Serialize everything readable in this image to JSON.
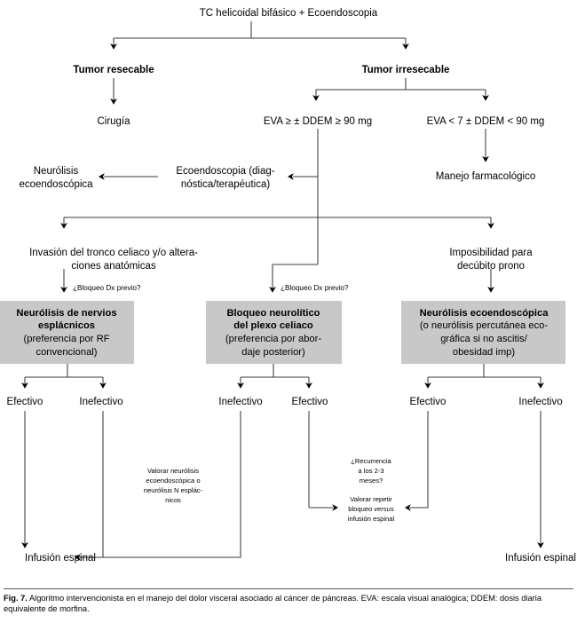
{
  "figure": {
    "caption_label": "Fig. 7.",
    "caption_text": "Algoritmo intervencionista en el manejo del dolor visceral asociado al cáncer de páncreas. EVA: escala visual analógica; DDEM: dosis diaria equivalente de morfina.",
    "box_fill": "#c8c8c8",
    "line_color": "#3a3a3a"
  },
  "nodes": {
    "root": "TC helicoidal bifásico + Ecoendoscopia",
    "resectable": "Tumor resecable",
    "irresectable": "Tumor irresecable",
    "surgery": "Cirugía",
    "eva_high": "EVA ≥ ± DDEM ≥ 90 mg",
    "eva_low": "EVA < 7 ± DDEM < 90 mg",
    "neurolisis_eco_l1": "Neurólisis",
    "neurolisis_eco_l2": "ecoendoscópica",
    "ecoendoscopia_l1": "Ecoendoscopia (diag-",
    "ecoendoscopia_l2": "nóstica/terapéutica)",
    "manejo_farm": "Manejo farmacológico",
    "invasion_l1": "Invasión del tronco celiaco y/o altera-",
    "invasion_l2": "ciones anatómicas",
    "imposibilidad_l1": "Imposibilidad para",
    "imposibilidad_l2": "decúbito prono",
    "bloqueo_dx_1": "¿Bloqueo Dx previo?",
    "bloqueo_dx_2": "¿Bloqueo Dx previo?"
  },
  "boxes": [
    {
      "id": "box-neurolisis-esplacnicos",
      "lines": [
        {
          "text": "Neurólisis de nervios",
          "bold": true
        },
        {
          "text": "esplácnicos",
          "bold": true
        },
        {
          "text": "(preferencia por RF",
          "bold": false
        },
        {
          "text": "convencional)",
          "bold": false
        }
      ]
    },
    {
      "id": "box-bloqueo-plexo-celiaco",
      "lines": [
        {
          "text": "Bloqueo neurolítico",
          "bold": true
        },
        {
          "text": "del plexo celiaco",
          "bold": true
        },
        {
          "text": "(preferencia por abor-",
          "bold": false
        },
        {
          "text": "daje posterior)",
          "bold": false
        }
      ]
    },
    {
      "id": "box-neurolisis-ecoendoscopica",
      "lines": [
        {
          "text": "Neurólisis ecoendoscópica",
          "bold": true
        },
        {
          "text": "(o neurólisis percutánea eco-",
          "bold": false
        },
        {
          "text": "gráfica si no ascitis/",
          "bold": false
        },
        {
          "text": "obesidad imp)",
          "bold": false
        }
      ]
    }
  ],
  "outcomes": {
    "b1_left": "Efectivo",
    "b1_right": "Inefectivo",
    "b2_left": "Inefectivo",
    "b2_right": "Efectivo",
    "b3_left": "Efectivo",
    "b3_right": "Inefectivo"
  },
  "notes": {
    "valorar_neurolisis": [
      "Valorar neurólisis",
      "ecoendoscópica o",
      "neurólisis N esplác-",
      "nicos"
    ],
    "recurrencia": [
      "¿Recurrencia",
      "a los 2-3",
      "meses?"
    ],
    "valorar_repetir": [
      {
        "pre": "Valorar repetir",
        "it": "",
        "post": ""
      },
      {
        "pre": "bloqueo ",
        "it": "versus",
        "post": ""
      },
      {
        "pre": "infusión espinal",
        "it": "",
        "post": ""
      }
    ]
  },
  "terminals": {
    "infusion_left": "Infusión espinal",
    "infusion_right": "Infusión espinal"
  }
}
